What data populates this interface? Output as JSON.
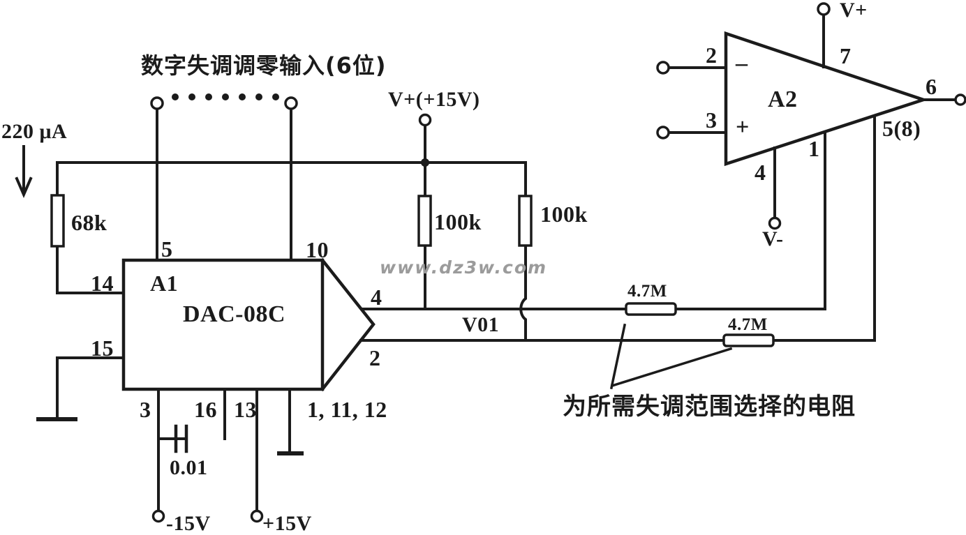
{
  "annotations": {
    "digital_input": "数字失调调零输入(6位)",
    "current_source": "220 μA",
    "resistor_note": "为所需失调范围选择的电阻",
    "watermark": "www.dz3w.com",
    "v01": "V01"
  },
  "power": {
    "vplus_rail": "V+(+15V)",
    "dac_neg": "-15V",
    "dac_pos": "+15V",
    "a2_plus": "V+",
    "a2_minus": "V-"
  },
  "components": {
    "a1": {
      "ref": "A1",
      "part": "DAC-08C",
      "pins": {
        "in_left": "5",
        "in_right": "10",
        "ref_pos": "14",
        "ref_neg": "15",
        "comp": "3",
        "comp2": "16",
        "vcc": "13",
        "gnd": "1, 11, 12",
        "out_pos": "4",
        "out_neg": "2"
      }
    },
    "a2": {
      "ref": "A2",
      "sign_minus": "–",
      "sign_plus": "+",
      "pins": {
        "inv": "2",
        "noninv": "3",
        "vneg": "4",
        "vpos": "7",
        "out": "6",
        "null_a": "1",
        "null_b": "5(8)"
      }
    },
    "r_68k": {
      "value": "68k"
    },
    "r_100k_a": {
      "value": "100k"
    },
    "r_100k_b": {
      "value": "100k"
    },
    "r_47m_a": {
      "value": "4.7M"
    },
    "r_47m_b": {
      "value": "4.7M"
    },
    "c_comp": {
      "value": "0.01"
    }
  },
  "colors": {
    "line": "#1b1b1b",
    "watermark": "#9b9b9b",
    "background": "#ffffff"
  }
}
